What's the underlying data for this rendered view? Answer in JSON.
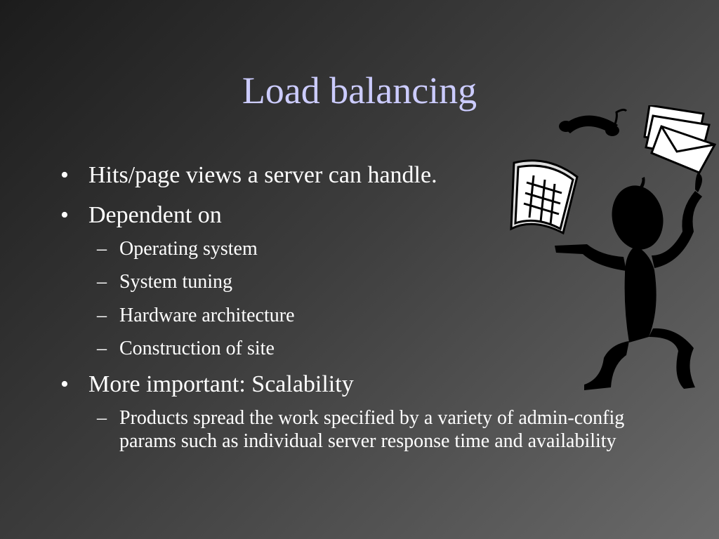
{
  "slide": {
    "title": "Load balancing",
    "bullets": [
      {
        "text": "Hits/page views a server can handle.",
        "subs": []
      },
      {
        "text": "Dependent on",
        "subs": [
          "Operating system",
          "System tuning",
          "Hardware architecture",
          "Construction of site"
        ]
      },
      {
        "text": "More important: Scalability",
        "subs": [
          "Products spread the work specified by a variety of admin-config params such as individual server response time and availability"
        ]
      }
    ],
    "bullet_glyph": "•",
    "sub_glyph": "–"
  },
  "colors": {
    "title": "#ccccff",
    "text": "#ffffff",
    "bg_dark": "#1c1c1c",
    "bg_light": "#6a6a6a"
  },
  "icons": [
    "juggler-figure-clipart",
    "phone-icon",
    "envelopes-icon",
    "document-icon"
  ]
}
